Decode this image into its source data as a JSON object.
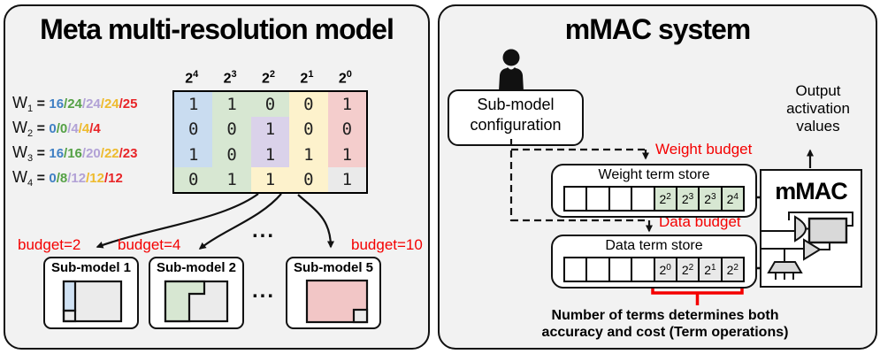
{
  "left_panel": {
    "title": "Meta multi-resolution model",
    "weights": [
      {
        "label": "W",
        "sub": "1",
        "values": [
          "16",
          "24",
          "24",
          "24",
          "25"
        ]
      },
      {
        "label": "W",
        "sub": "2",
        "values": [
          "0",
          "0",
          "4",
          "4",
          "4"
        ]
      },
      {
        "label": "W",
        "sub": "3",
        "values": [
          "16",
          "16",
          "20",
          "22",
          "23"
        ]
      },
      {
        "label": "W",
        "sub": "4",
        "values": [
          "0",
          "8",
          "12",
          "12",
          "12"
        ]
      }
    ],
    "value_colors": [
      "#4080c4",
      "#55a146",
      "#b2a2d6",
      "#eebb2e",
      "#e82528"
    ],
    "matrix": {
      "col_headers": [
        {
          "base": "2",
          "exp": "4"
        },
        {
          "base": "2",
          "exp": "3"
        },
        {
          "base": "2",
          "exp": "2"
        },
        {
          "base": "2",
          "exp": "1"
        },
        {
          "base": "2",
          "exp": "0"
        }
      ],
      "rows": [
        [
          "1",
          "1",
          "0",
          "0",
          "1"
        ],
        [
          "0",
          "0",
          "1",
          "0",
          "0"
        ],
        [
          "1",
          "0",
          "1",
          "1",
          "1"
        ],
        [
          "0",
          "1",
          "1",
          "0",
          "1"
        ]
      ],
      "cell_colors": [
        [
          "blue",
          "green",
          "green",
          "yellow",
          "pink"
        ],
        [
          "blue",
          "green",
          "purple",
          "yellow",
          "pink"
        ],
        [
          "blue",
          "green",
          "purple",
          "yellow",
          "pink"
        ],
        [
          "green",
          "green",
          "yellow",
          "yellow",
          "gray"
        ]
      ],
      "palette": {
        "blue": "#c9dcf0",
        "green": "#d7e7d2",
        "purple": "#dad2ea",
        "yellow": "#fdf2cc",
        "pink": "#f4cdcc",
        "gray": "#eaeaea"
      }
    },
    "budget_labels": [
      "budget=2",
      "budget=4",
      "budget=10"
    ],
    "ellipsis": "...",
    "submodels": [
      {
        "title": "Sub-model 1"
      },
      {
        "title": "Sub-model 2"
      },
      {
        "title": "Sub-model 5"
      }
    ]
  },
  "right_panel": {
    "title": "mMAC system",
    "config_box": {
      "line1": "Sub-model",
      "line2": "configuration"
    },
    "weight_budget_label": "Weight budget",
    "data_budget_label": "Data budget",
    "weight_store": {
      "title": "Weight term store",
      "empty_cells": 4,
      "terms": [
        {
          "base": "2",
          "exp": "2"
        },
        {
          "base": "2",
          "exp": "3"
        },
        {
          "base": "2",
          "exp": "3"
        },
        {
          "base": "2",
          "exp": "4"
        }
      ],
      "term_color": "#d7e7d2"
    },
    "data_store": {
      "title": "Data term store",
      "empty_cells": 4,
      "terms": [
        {
          "base": "2",
          "exp": "0"
        },
        {
          "base": "2",
          "exp": "2"
        },
        {
          "base": "2",
          "exp": "1"
        },
        {
          "base": "2",
          "exp": "2"
        }
      ],
      "term_color": "#e9e9e9"
    },
    "mmac_label": "mMAC",
    "output_lines": [
      "Output",
      "activation",
      "values"
    ],
    "caption_lines": [
      "Number of terms determines both",
      "accuracy and cost (Term operations)"
    ],
    "accent_red": "#f40000"
  }
}
